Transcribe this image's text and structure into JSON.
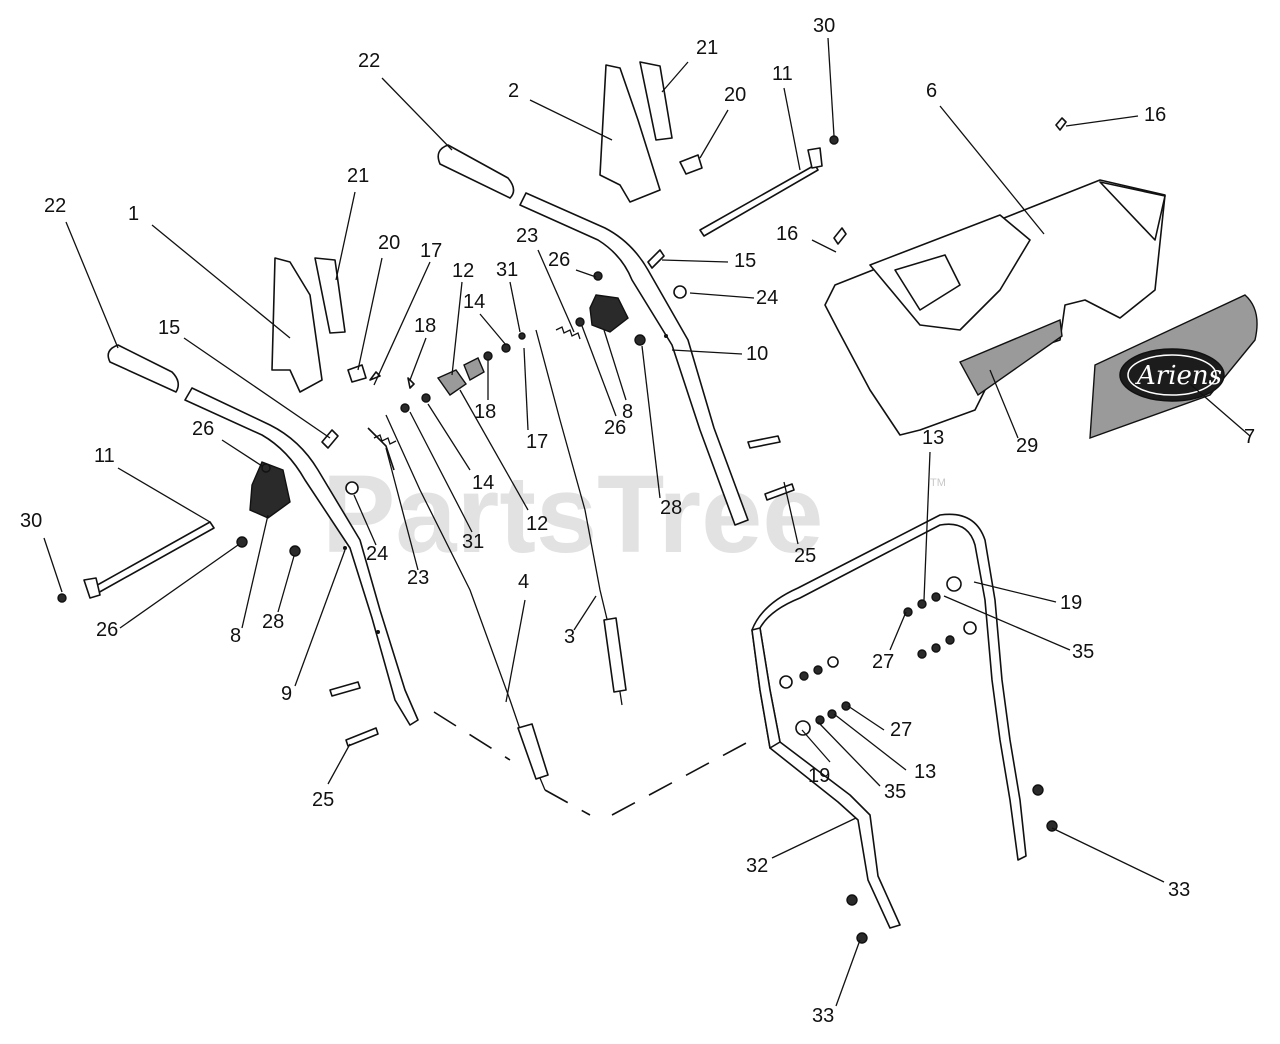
{
  "watermark": {
    "text": "PartsTree",
    "tm": "TM"
  },
  "logo": {
    "text": "Ariens"
  },
  "callouts": [
    {
      "n": "22"
    },
    {
      "n": "21"
    },
    {
      "n": "20"
    },
    {
      "n": "17"
    },
    {
      "n": "1"
    },
    {
      "n": "15"
    },
    {
      "n": "22"
    },
    {
      "n": "12"
    },
    {
      "n": "31"
    },
    {
      "n": "14"
    },
    {
      "n": "18"
    },
    {
      "n": "18"
    },
    {
      "n": "11"
    },
    {
      "n": "26"
    },
    {
      "n": "30"
    },
    {
      "n": "26"
    },
    {
      "n": "8"
    },
    {
      "n": "28"
    },
    {
      "n": "24"
    },
    {
      "n": "23"
    },
    {
      "n": "31"
    },
    {
      "n": "14"
    },
    {
      "n": "12"
    },
    {
      "n": "17"
    },
    {
      "n": "9"
    },
    {
      "n": "25"
    },
    {
      "n": "4"
    },
    {
      "n": "2"
    },
    {
      "n": "21"
    },
    {
      "n": "20"
    },
    {
      "n": "11"
    },
    {
      "n": "30"
    },
    {
      "n": "23"
    },
    {
      "n": "26"
    },
    {
      "n": "15"
    },
    {
      "n": "24"
    },
    {
      "n": "10"
    },
    {
      "n": "8"
    },
    {
      "n": "26"
    },
    {
      "n": "28"
    },
    {
      "n": "25"
    },
    {
      "n": "3"
    },
    {
      "n": "16"
    },
    {
      "n": "6"
    },
    {
      "n": "16"
    },
    {
      "n": "29"
    },
    {
      "n": "7"
    },
    {
      "n": "13"
    },
    {
      "n": "19"
    },
    {
      "n": "35"
    },
    {
      "n": "27"
    },
    {
      "n": "27"
    },
    {
      "n": "13"
    },
    {
      "n": "19"
    },
    {
      "n": "35"
    },
    {
      "n": "32"
    },
    {
      "n": "33"
    },
    {
      "n": "33"
    }
  ]
}
